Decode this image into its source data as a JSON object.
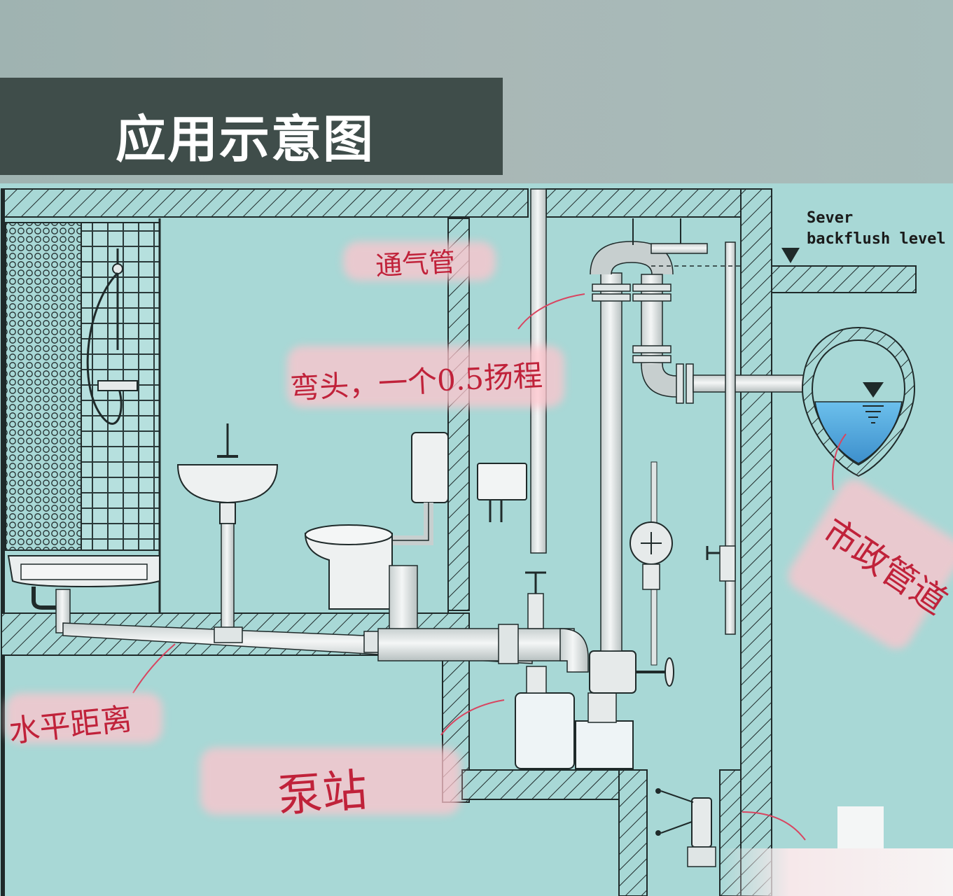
{
  "title": "应用示意图",
  "sever_label": {
    "line1": "Sever",
    "line2": "backflush level"
  },
  "annotations": {
    "vent_pipe": "通气管",
    "elbow": "弯头，一个0.5扬程",
    "horizontal_distance": "水平距离",
    "pump_station": "泵站",
    "municipal_pipe": "市政管道"
  },
  "colors": {
    "background": "#a8d8d6",
    "title_bar": "#3f4d4a",
    "pipe": "#e6eaea",
    "wall_line": "#1f2a2a",
    "water": "#4fa6dc",
    "annotation_ink": "#c0223a",
    "annotation_highlight": "#ffc4cc"
  }
}
